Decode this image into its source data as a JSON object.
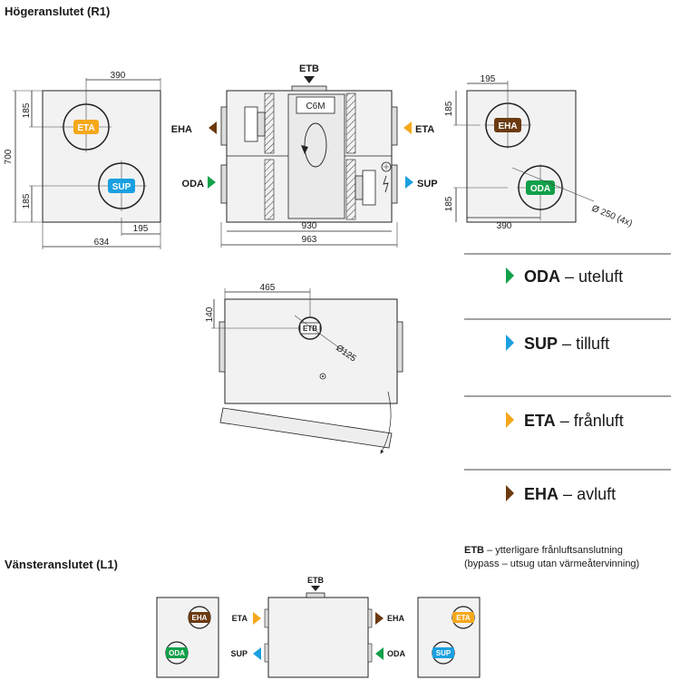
{
  "headings": {
    "right": "Högeranslutet (R1)",
    "left": "Vänsteranslutet (L1)"
  },
  "labels": {
    "etb": "ETB",
    "eha": "EHA",
    "eta": "ETA",
    "oda": "ODA",
    "sup": "SUP",
    "c6m": "C6M"
  },
  "dimensions": {
    "d390a": "390",
    "d185a": "185",
    "d700": "700",
    "d185b": "185",
    "d195a": "195",
    "d634": "634",
    "d930": "930",
    "d963": "963",
    "d195b": "195",
    "d185c": "185",
    "d185d": "185",
    "d390b": "390",
    "d250": "Ø 250 (4x)",
    "d465": "465",
    "d140": "140",
    "d125": "Ø125"
  },
  "legend": [
    {
      "code": "ODA",
      "desc": "uteluft",
      "color": "#12a04a"
    },
    {
      "code": "SUP",
      "desc": "tilluft",
      "color": "#1aa0e0"
    },
    {
      "code": "ETA",
      "desc": "frånluft",
      "color": "#f5a81c"
    },
    {
      "code": "EHA",
      "desc": "avluft",
      "color": "#6b3a10"
    }
  ],
  "legend_dash": "–",
  "note": {
    "code": "ETB",
    "line1": "– ytterligare frånluftsanslutning",
    "line2": "(bypass – utsug utan värmeåtervinning)"
  },
  "colors": {
    "oda": "#12a04a",
    "sup": "#1aa0e0",
    "eta": "#f5a81c",
    "eha": "#6b3a10"
  }
}
